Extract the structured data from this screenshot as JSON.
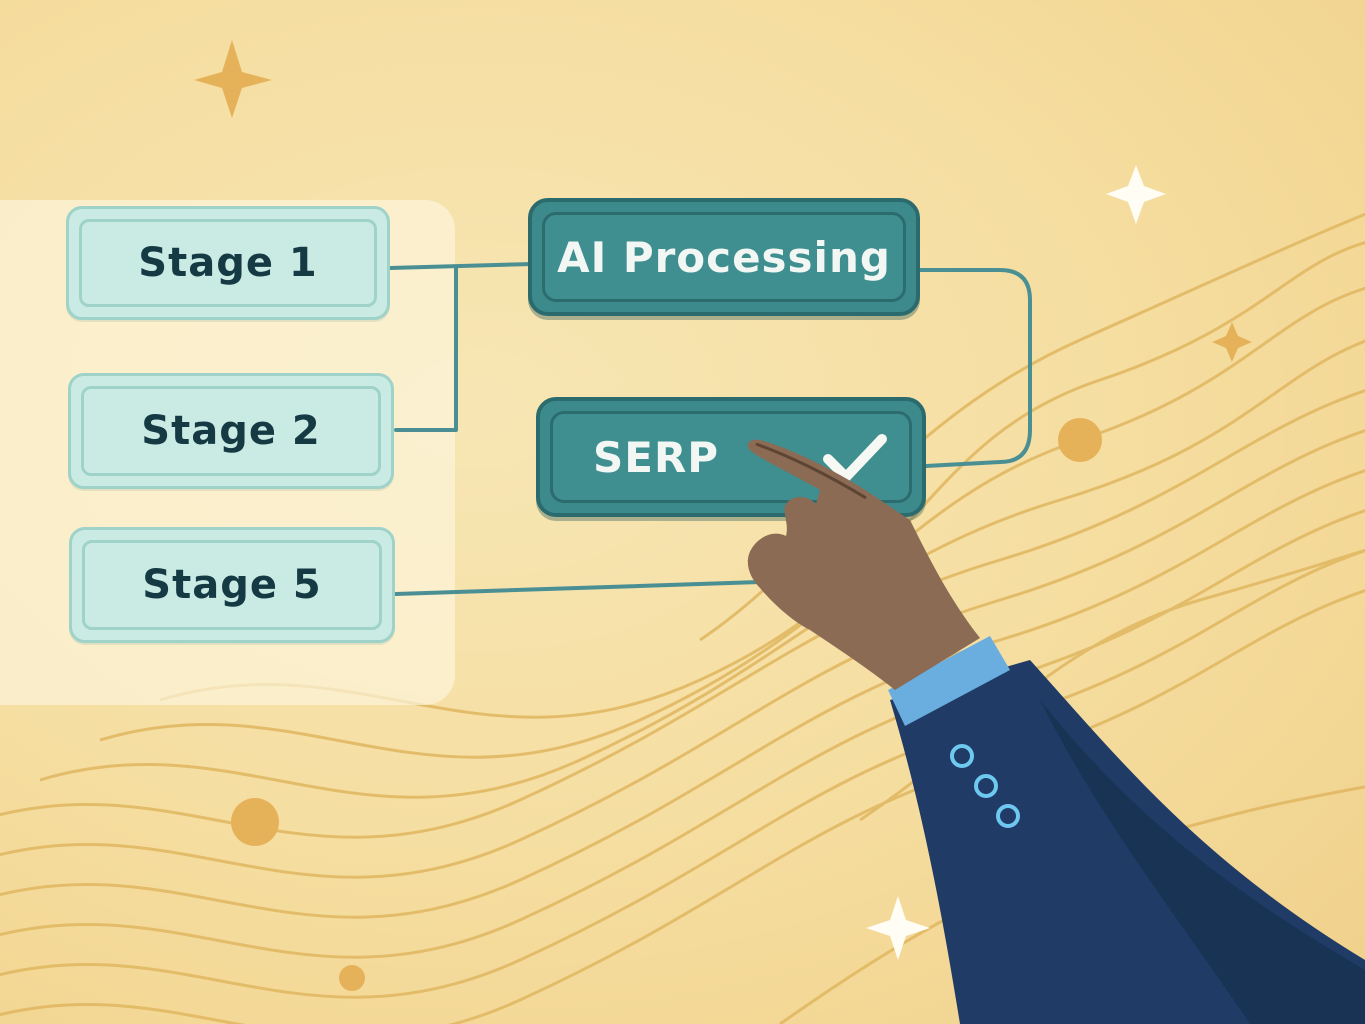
{
  "diagram": {
    "stages": [
      {
        "label": "Stage 1"
      },
      {
        "label": "Stage 2"
      },
      {
        "label": "Stage 5"
      }
    ],
    "ai_node": {
      "label": "AI Processing"
    },
    "serp_node": {
      "label": "SERP",
      "status_icon": "check-icon"
    }
  },
  "colors": {
    "background": "#f5dd9f",
    "stage_fill": "#c9ebe4",
    "node_fill": "#3c8a8c",
    "connector": "#4a8f93",
    "wave_lines": "#e2b964",
    "sleeve": "#1f3b66",
    "cuff": "#6aaee0"
  }
}
